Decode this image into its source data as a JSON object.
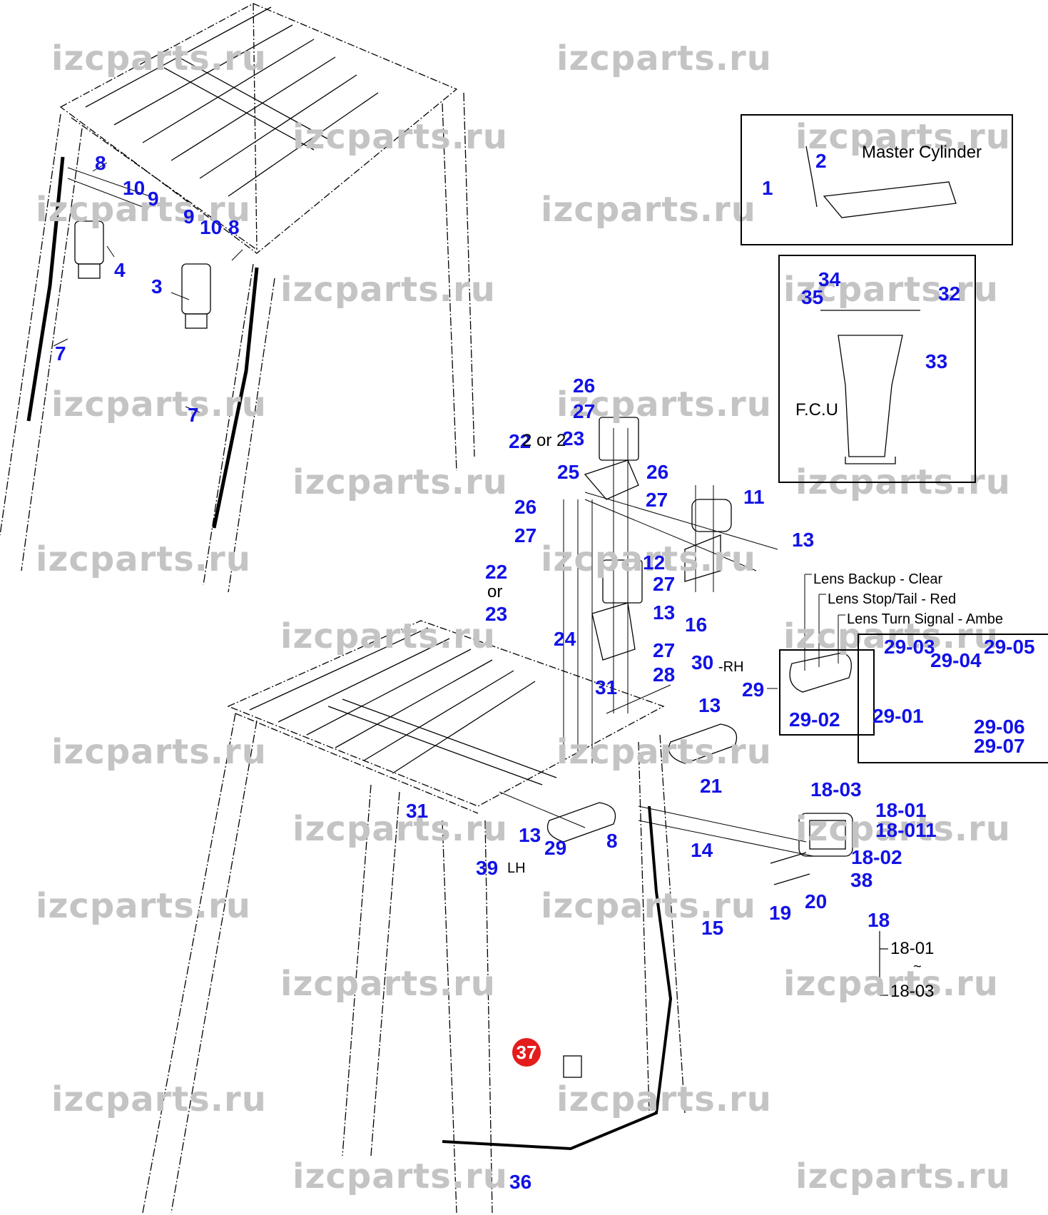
{
  "watermark": "izcparts.ru",
  "colors": {
    "label": "#1212e6",
    "watermark": "#c4c4c4",
    "highlight_badge": "#e41c1c"
  },
  "insets": {
    "master_cylinder": {
      "title": "Master Cylinder",
      "labels": [
        "1",
        "2"
      ]
    },
    "steering_column": {
      "caption": "F.C.U",
      "labels": [
        "34",
        "35",
        "32",
        "33"
      ]
    },
    "lens_legend": {
      "lines": [
        "Lens Backup  - Clear",
        "Lens Stop/Tail  - Red",
        "Lens Turn Signal  - Ambe"
      ],
      "labels": [
        "29-02",
        "29-01",
        "29-03",
        "29-04",
        "29-05",
        "29-06",
        "29-07"
      ]
    },
    "part18_tree": {
      "parent": "18",
      "children": [
        "18-01",
        "~",
        "18-03"
      ]
    }
  },
  "callouts": [
    {
      "id": "8a",
      "text": "8"
    },
    {
      "id": "10a",
      "text": "10"
    },
    {
      "id": "9a",
      "text": "9"
    },
    {
      "id": "9b",
      "text": "9"
    },
    {
      "id": "10b",
      "text": "10"
    },
    {
      "id": "8b",
      "text": "8"
    },
    {
      "id": "4",
      "text": "4"
    },
    {
      "id": "3",
      "text": "3"
    },
    {
      "id": "7a",
      "text": "7"
    },
    {
      "id": "7b",
      "text": "7"
    },
    {
      "id": "26a",
      "text": "26"
    },
    {
      "id": "27a",
      "text": "27"
    },
    {
      "id": "22a",
      "text": "22"
    },
    {
      "id": "23a",
      "text": "23"
    },
    {
      "id": "25",
      "text": "25"
    },
    {
      "id": "26b",
      "text": "26"
    },
    {
      "id": "27b",
      "text": "27"
    },
    {
      "id": "11",
      "text": "11"
    },
    {
      "id": "26c",
      "text": "26"
    },
    {
      "id": "27c",
      "text": "27"
    },
    {
      "id": "13a",
      "text": "13"
    },
    {
      "id": "12",
      "text": "12"
    },
    {
      "id": "22b",
      "text": "22"
    },
    {
      "id": "23b",
      "text": "23"
    },
    {
      "id": "27d",
      "text": "27"
    },
    {
      "id": "13b",
      "text": "13"
    },
    {
      "id": "16",
      "text": "16"
    },
    {
      "id": "24",
      "text": "24"
    },
    {
      "id": "27e",
      "text": "27"
    },
    {
      "id": "28",
      "text": "28"
    },
    {
      "id": "30",
      "text": "30"
    },
    {
      "id": "31a",
      "text": "31"
    },
    {
      "id": "29a",
      "text": "29"
    },
    {
      "id": "13c",
      "text": "13"
    },
    {
      "id": "21",
      "text": "21"
    },
    {
      "id": "31b",
      "text": "31"
    },
    {
      "id": "13d",
      "text": "13"
    },
    {
      "id": "29b",
      "text": "29"
    },
    {
      "id": "8c",
      "text": "8"
    },
    {
      "id": "14",
      "text": "14"
    },
    {
      "id": "39",
      "text": "39"
    },
    {
      "id": "18-03",
      "text": "18-03"
    },
    {
      "id": "18-01",
      "text": "18-01"
    },
    {
      "id": "18-011",
      "text": "18-011"
    },
    {
      "id": "18-02",
      "text": "18-02"
    },
    {
      "id": "38",
      "text": "38"
    },
    {
      "id": "19",
      "text": "19"
    },
    {
      "id": "20",
      "text": "20"
    },
    {
      "id": "15",
      "text": "15"
    },
    {
      "id": "36",
      "text": "36"
    }
  ],
  "inline_text": {
    "or_a": "2 or 2",
    "or_b": "or",
    "rh": "-RH",
    "lh": "LH"
  },
  "highlighted_part": "37"
}
